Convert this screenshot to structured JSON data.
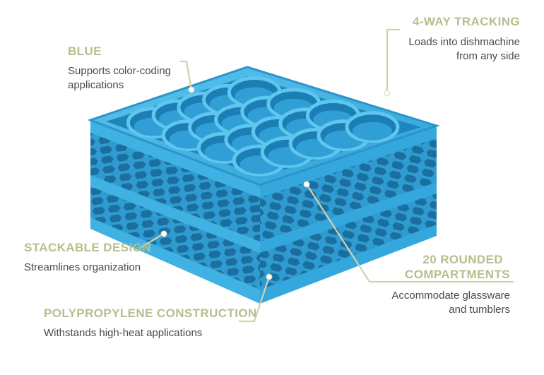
{
  "colors": {
    "callout_title": "#b9bd8c",
    "callout_text": "#4a4a4a",
    "leader_line": "#cfd2ae",
    "rack_blue": "#36a9dc"
  },
  "callouts": {
    "blue": {
      "title": "BLUE",
      "lines": [
        "Supports color-coding",
        "applications"
      ]
    },
    "tracking": {
      "title": "4-WAY TRACKING",
      "lines": [
        "Loads into dishmachine",
        "from any side"
      ]
    },
    "stackable": {
      "title": "STACKABLE DESIGN",
      "lines": [
        "Streamlines organization"
      ]
    },
    "compartments": {
      "title_lines": [
        "20 ROUNDED",
        "COMPARTMENTS"
      ],
      "lines": [
        "Accommodate glassware",
        "and tumblers"
      ]
    },
    "polypropylene": {
      "title": "POLYPROPYLENE CONSTRUCTION",
      "lines": [
        "Withstands high-heat applications"
      ]
    }
  },
  "product": {
    "image_icon": "dish-rack-illustration",
    "compartment_count": 20
  }
}
